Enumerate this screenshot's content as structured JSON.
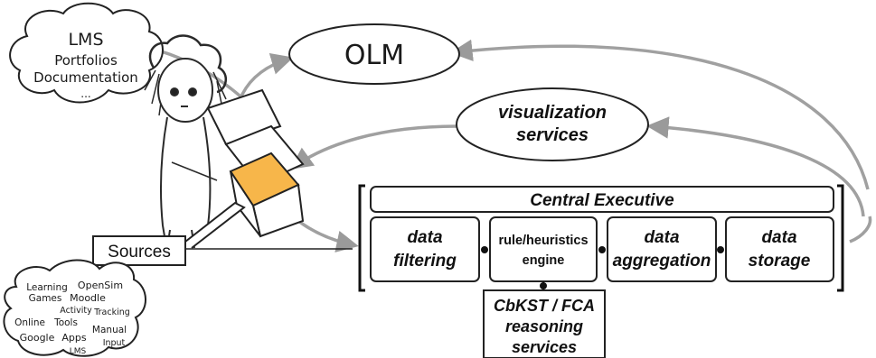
{
  "olm": {
    "label": "OLM"
  },
  "visualization": {
    "line1": "visualization",
    "line2": "services"
  },
  "lms_cloud": {
    "line1": "LMS",
    "line2": "Portfolios",
    "line3": "Documentation",
    "line4": "..."
  },
  "sources": {
    "label": "Sources"
  },
  "source_cloud": {
    "items": [
      "Learning",
      "OpenSim",
      "Games",
      "Moodle",
      "Activity",
      "Tracking",
      "Online",
      "Tools",
      "Google",
      "Apps",
      "Manual",
      "Input",
      "LMS"
    ]
  },
  "central_executive": {
    "label": "Central Executive"
  },
  "modules": {
    "filtering": {
      "line1": "data",
      "line2": "filtering"
    },
    "rule_engine": {
      "line1": "rule/heuristics",
      "line2": "engine"
    },
    "aggregation": {
      "line1": "data",
      "line2": "aggregation"
    },
    "storage": {
      "line1": "data",
      "line2": "storage"
    }
  },
  "reasoning": {
    "line1": "CbKST / FCA",
    "line2": "reasoning",
    "line3": "services"
  },
  "colors": {
    "arrow_gray": "#9a9a9a",
    "box_orange": "#f7b64a",
    "outline": "#222222"
  }
}
